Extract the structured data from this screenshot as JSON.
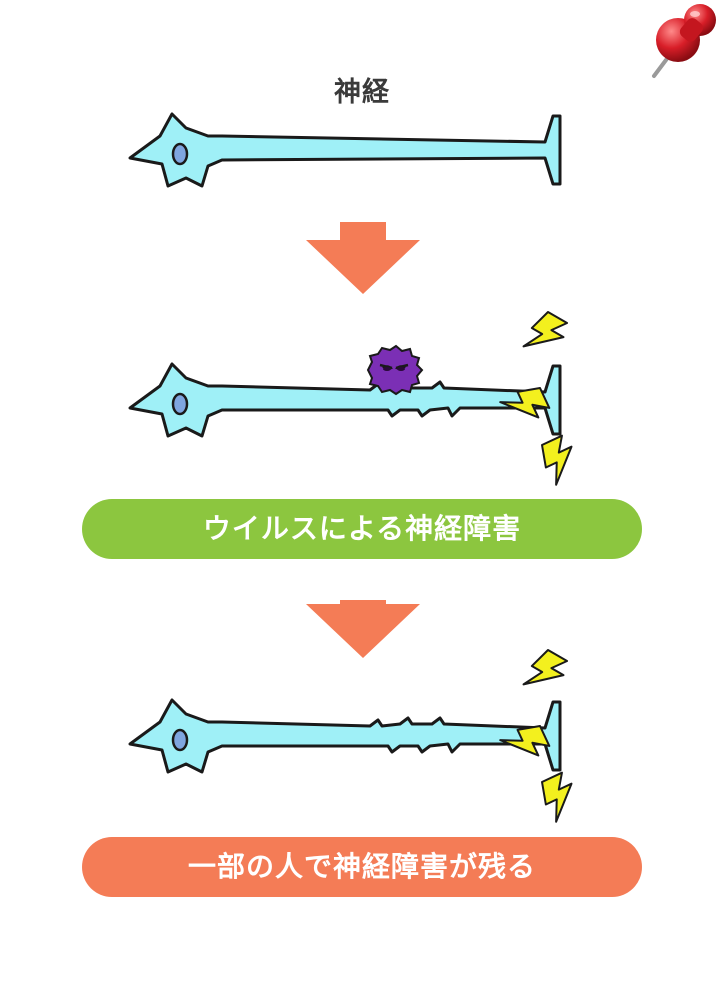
{
  "title": "神経",
  "stage2_label": "ウイルスによる神経障害",
  "stage3_label": "一部の人で神経障害が残る",
  "colors": {
    "nerve_fill": "#9ff0f7",
    "nerve_outline": "#1a1a1a",
    "nucleus": "#7fa6e0",
    "arrow": "#f47c56",
    "banner_green": "#8cc63f",
    "banner_orange": "#f47c56",
    "virus": "#7b2fb5",
    "spark": "#f3f01e",
    "pin": "#d0202a"
  },
  "icons": [
    "pushpin-icon",
    "virus-icon",
    "lightning-bolt-icon",
    "down-arrow-icon"
  ]
}
